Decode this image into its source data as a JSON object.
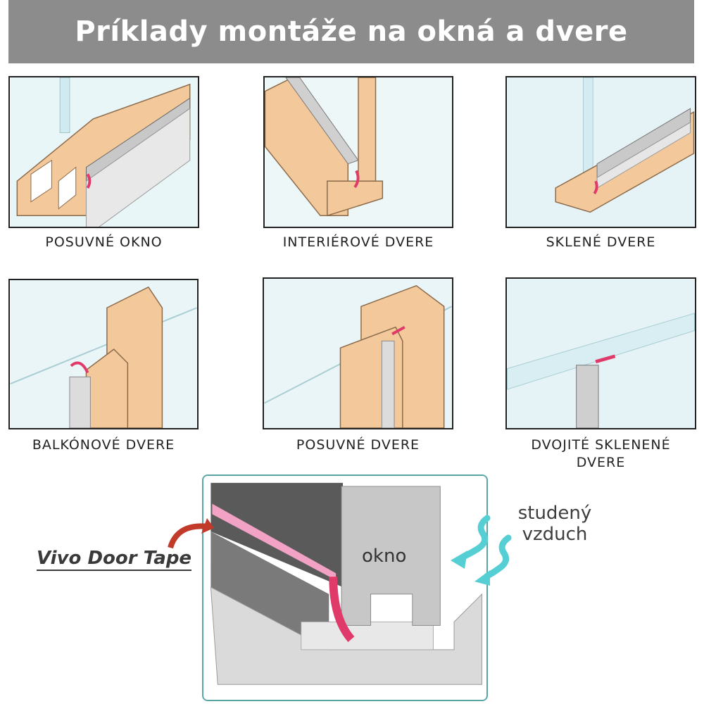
{
  "header": {
    "title": "Príklady montáže na okná a dvere"
  },
  "examples": [
    {
      "caption": "POSUVNÉ OKNO"
    },
    {
      "caption": "INTERIÉROVÉ DVERE"
    },
    {
      "caption": "SKLENÉ DVERE"
    },
    {
      "caption": "BALKÓNOVÉ DVERE"
    },
    {
      "caption": "POSUVNÉ DVERE"
    },
    {
      "caption": "DVOJITÉ SKLENENÉ DVERE"
    }
  ],
  "detail": {
    "product_label": "Vivo Door Tape",
    "window_label": "okno",
    "cold_air_label_line1": "studený",
    "cold_air_label_line2": "vzduch"
  },
  "colors": {
    "banner": "#8c8c8c",
    "wood": "#f3c89a",
    "tape": "#e03a6a",
    "glass": "#d8eef2",
    "cold_air": "#55cfd3"
  }
}
